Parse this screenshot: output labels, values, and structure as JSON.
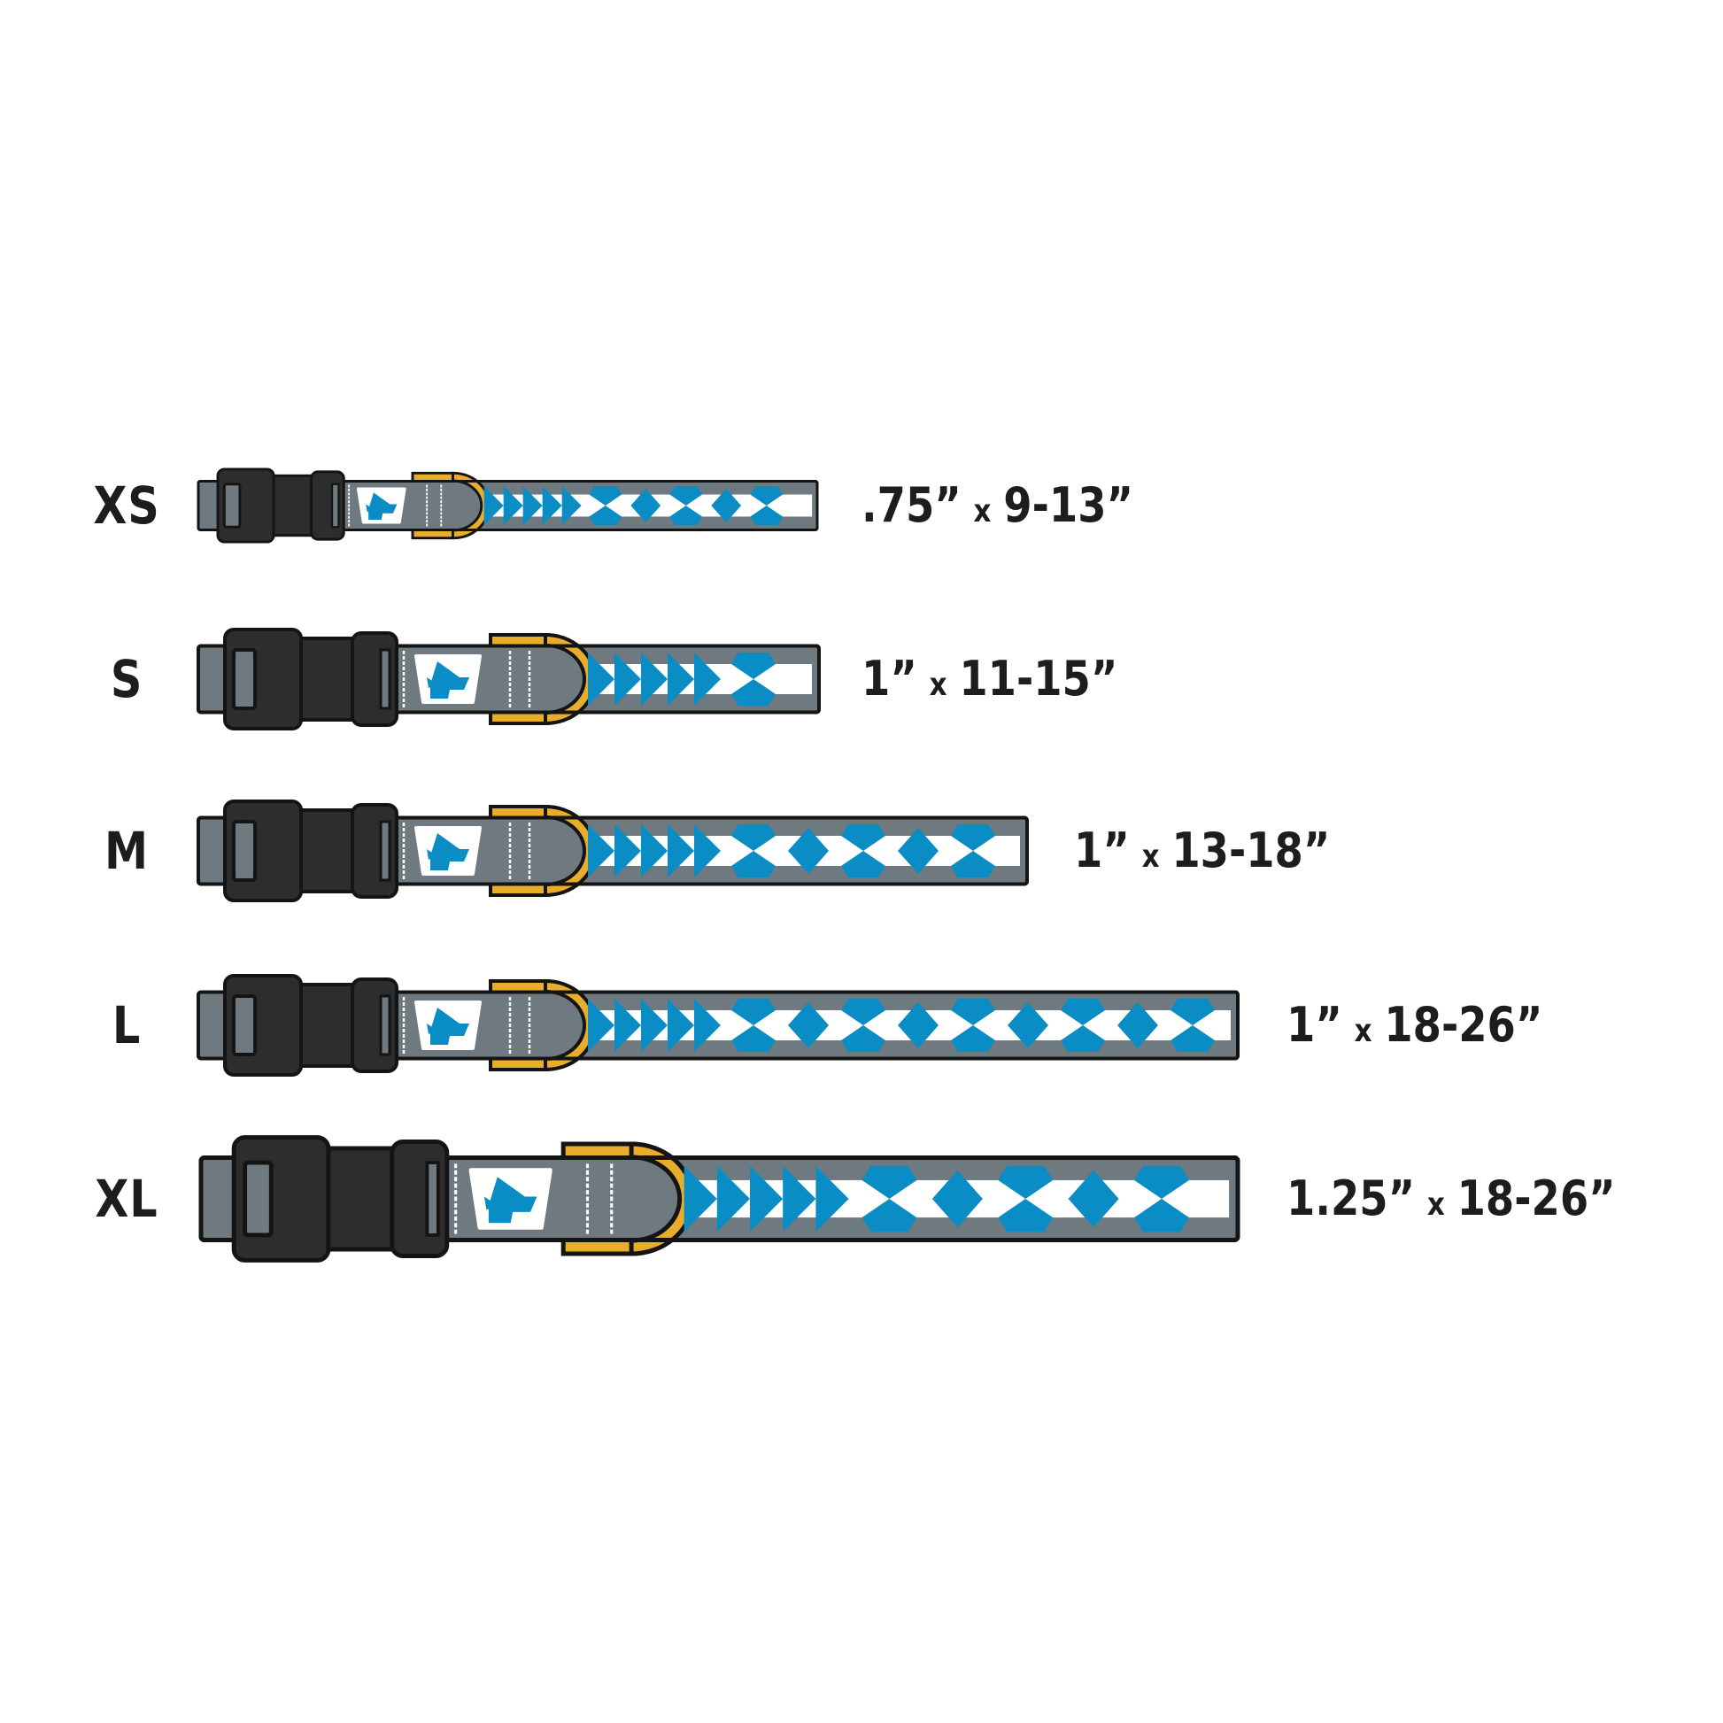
{
  "title": "Collar sizes",
  "separator": "x",
  "colors": {
    "strap": "#6e7a80",
    "pattern_blue": "#0a8cc4",
    "band_white": "#ffffff",
    "buckle": "#2d2d2d",
    "d_ring": "#e8ad2a",
    "outline": "#141414"
  },
  "collars": [
    {
      "size": "XS",
      "width": ".75”",
      "length": "9-13”",
      "width_in": 0.75
    },
    {
      "size": "S",
      "width": "1”",
      "length": "11-15”",
      "width_in": 1
    },
    {
      "size": "M",
      "width": "1”",
      "length": "13-18”",
      "width_in": 1
    },
    {
      "size": "L",
      "width": "1”",
      "length": "18-26”",
      "width_in": 1
    },
    {
      "size": "XL",
      "width": "1.25”",
      "length": "18-26”",
      "width_in": 1.25
    }
  ]
}
